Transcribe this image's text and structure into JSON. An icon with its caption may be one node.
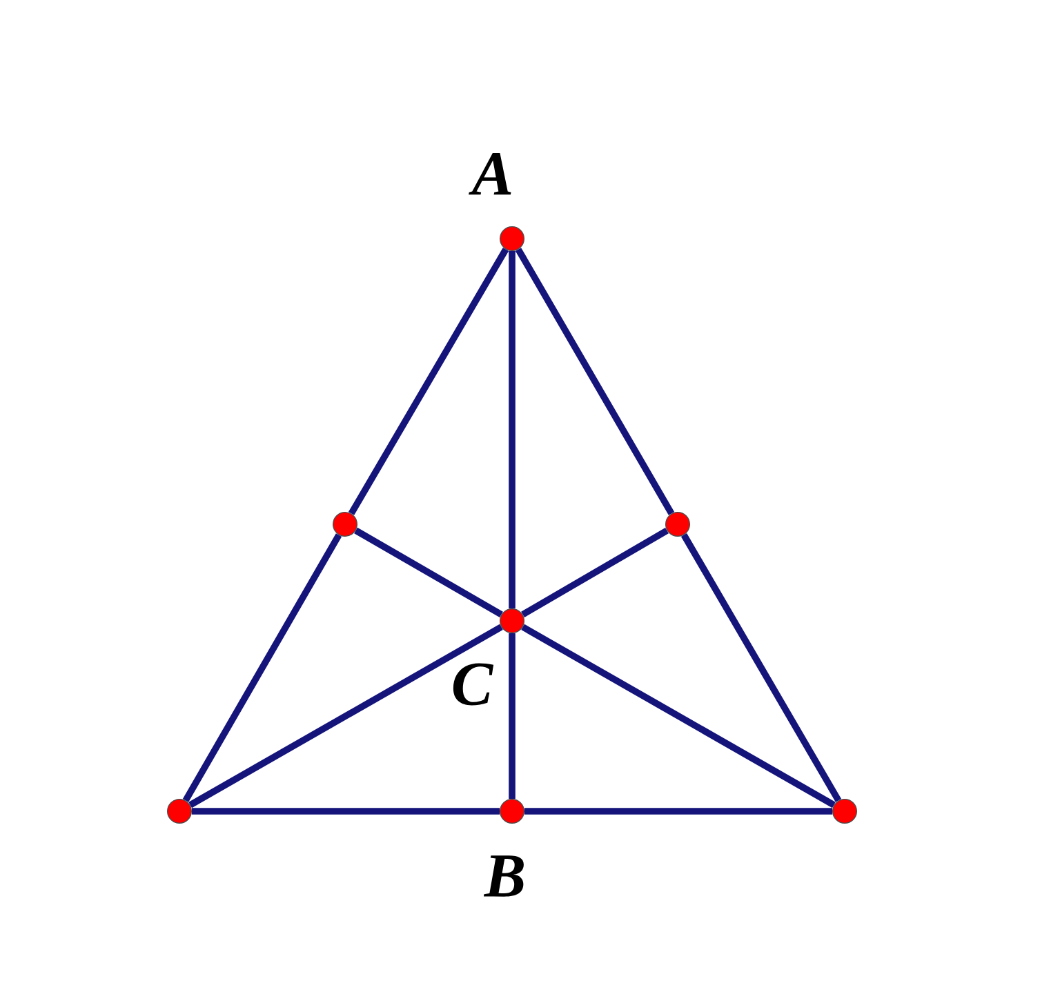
{
  "diagram": {
    "nodes": [
      {
        "text": [],
        "shape": "circle",
        "beside": [
          "A"
        ]
      },
      {
        "text": [],
        "shape": "circle"
      },
      {
        "text": [],
        "shape": "circle"
      },
      {
        "text": [],
        "shape": "circle",
        "beside": [
          "C"
        ]
      },
      {
        "text": [],
        "shape": "circle"
      },
      {
        "text": [],
        "shape": "circle",
        "beside": [
          "B"
        ]
      },
      {
        "text": [],
        "shape": "circle"
      }
    ],
    "edges": [
      {
        "from": 0,
        "to": 1,
        "arrow": "none"
      },
      {
        "from": 1,
        "to": 4,
        "arrow": "none"
      },
      {
        "from": 0,
        "to": 2,
        "arrow": "none"
      },
      {
        "from": 2,
        "to": 6,
        "arrow": "none"
      },
      {
        "from": 4,
        "to": 5,
        "arrow": "none"
      },
      {
        "from": 5,
        "to": 6,
        "arrow": "none"
      },
      {
        "from": 0,
        "to": 3,
        "arrow": "none"
      },
      {
        "from": 3,
        "to": 5,
        "arrow": "none"
      },
      {
        "from": 4,
        "to": 3,
        "arrow": "none"
      },
      {
        "from": 3,
        "to": 2,
        "arrow": "none"
      },
      {
        "from": 6,
        "to": 3,
        "arrow": "none"
      },
      {
        "from": 3,
        "to": 1,
        "arrow": "none"
      }
    ]
  }
}
